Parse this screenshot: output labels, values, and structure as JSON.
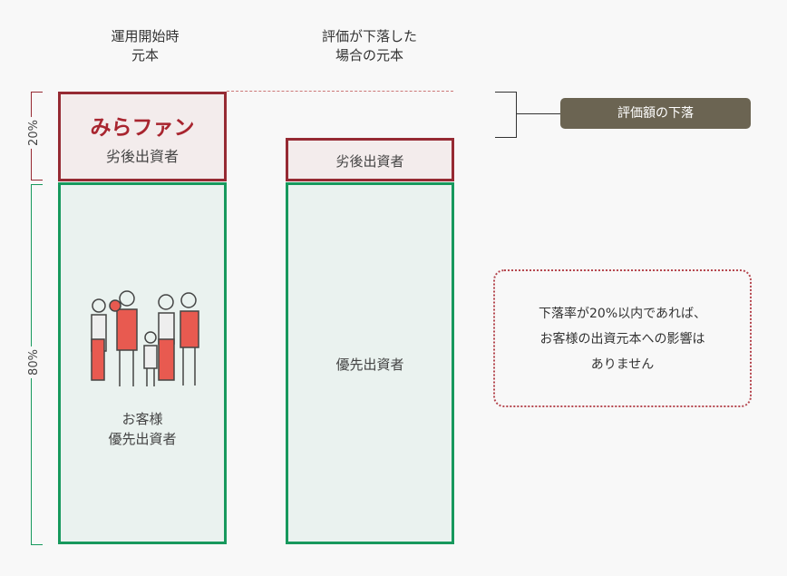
{
  "columns": {
    "initial": {
      "line1": "運用開始時",
      "line2": "元本"
    },
    "declined": {
      "line1": "評価が下落した",
      "line2": "場合の元本"
    }
  },
  "brand": "みらファン",
  "subordinate": "劣後出資者",
  "senior_customer": {
    "line1": "お客様",
    "line2": "優先出資者"
  },
  "senior": "優先出資者",
  "pct_top": "20%",
  "pct_bottom": "80%",
  "decline_label": "評価額の下落",
  "note": {
    "line1": "下落率が20%以内であれば、",
    "line2": "お客様の出資元本への影響は",
    "line3": "ありません"
  },
  "colors": {
    "red": "#962a33",
    "green": "#17995d",
    "pill": "#6b6452"
  }
}
